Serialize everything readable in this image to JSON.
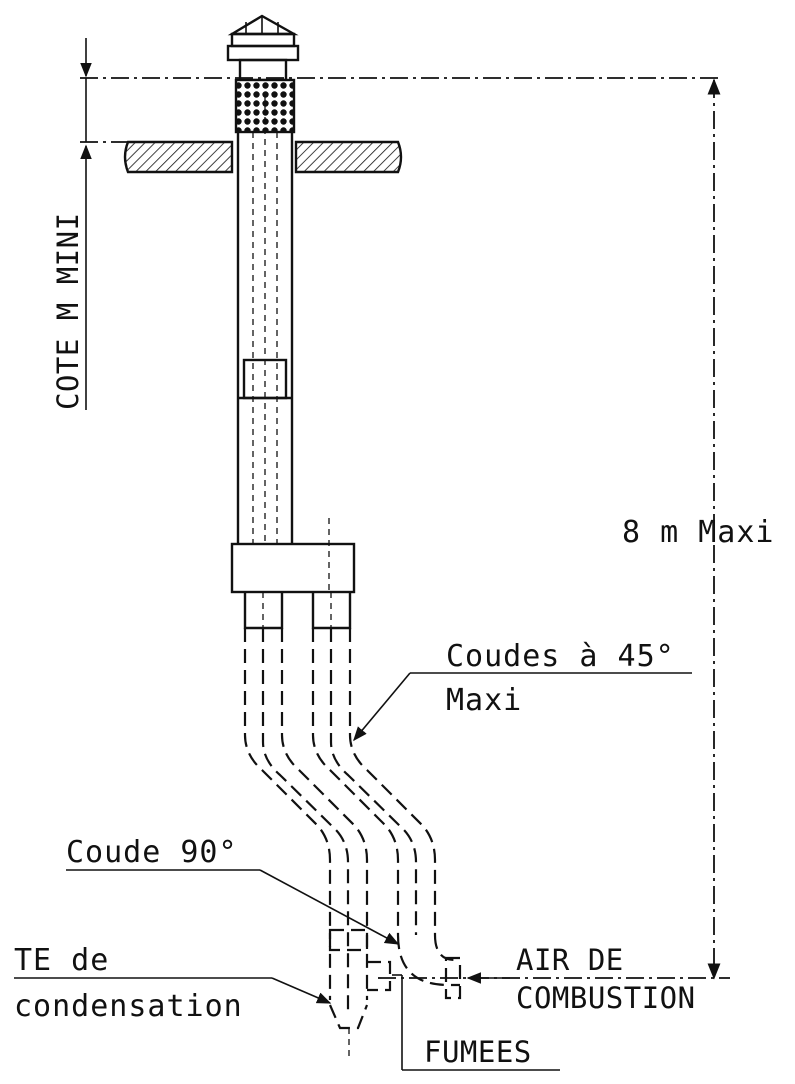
{
  "labels": {
    "cote_m_mini": "COTE M MINI",
    "height_max": "8 m Maxi",
    "coudes_line1": "Coudes à 45°",
    "coudes_line2": "Maxi",
    "coude_90": "Coude 90°",
    "te_line1": "TE de",
    "te_line2": "condensation",
    "air_line1": "AIR DE",
    "air_line2": "COMBUSTION",
    "fumees": "FUMEES"
  }
}
